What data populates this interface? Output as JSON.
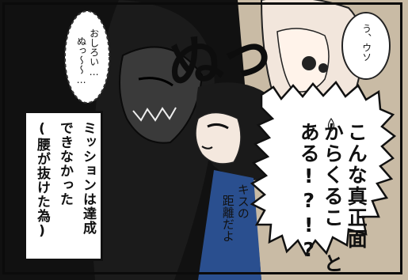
{
  "ghost_whisper": {
    "lines": [
      "おしろい…",
      "ぬっ〜〜…"
    ]
  },
  "sfx": {
    "text": "ぬっ"
  },
  "girl_whisper": {
    "text": "う、ウソ"
  },
  "shout": {
    "lines": [
      "こんな真正面",
      "からくるこ と",
      "ある!?!?"
    ]
  },
  "distance_note": {
    "lines": [
      "キスの",
      "距離だよ"
    ]
  },
  "caption": {
    "lines": [
      "ミッションは達成",
      "できなかった",
      "(腰が抜けた為)"
    ]
  },
  "colors": {
    "background_dark": "#111111",
    "ghost_skin": "#3a3a3a",
    "hair": "#1a1a1a",
    "sweater": "#2a4f8f",
    "wall_beige": "#c9bba5"
  }
}
